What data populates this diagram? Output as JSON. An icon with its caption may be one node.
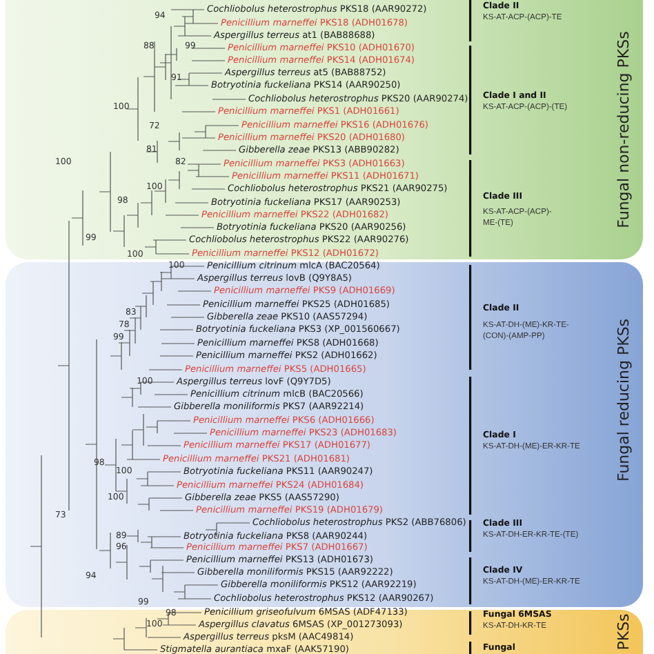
{
  "diagram": {
    "nodes": [
      {
        "text": [
          "Fungal non-reducing PKSs"
        ]
      },
      {
        "text": [
          "Fungal reducing PKSs"
        ]
      },
      {
        "text": [
          "PKSs"
        ]
      }
    ],
    "labels": [
      "*Cochliobolus heterostrophus* PKS18 (AAR90272)",
      "Clade II",
      "94",
      "KS-AT-ACP-(ACP)-TE",
      "*Penicillium marneffei* PKS18 (ADH01678)",
      "*Aspergillus terreus* at1 (BAB88688)",
      "88",
      "99",
      "*Penicillium marneffei* PKS10 (ADH01670)",
      "*Penicillium marneffei* PKS14 (ADH01674)",
      "*Aspergillus terreus* at5 (BAB88752)",
      "91",
      "*Botryotinia fuckeliana* PKS14 (AAR90250)",
      "*Cochliobolus heterostrophus* PKS20 (AAR90274)",
      "Clade I and II",
      "100",
      "*Penicillium marneffei* PKS1 (ADH01661)",
      "KS-AT-ACP-(ACP)-(TE)",
      "72",
      "*Penicillium marneffei* PKS16 (ADH01676)",
      "*Penicillium marneffei* PKS20 (ADH01680)",
      "81",
      "*Gibberella zeae* PKS13 (ABB90282)",
      "100",
      "82",
      "*Penicillium marneffei* PKS3 (ADH01663)",
      "*Penicillium marneffei* PKS11 (ADH01671)",
      "100",
      "*Cochliobolus heterostrophus* PKS21 (AAR90275)",
      "Clade III",
      "98",
      "*Botryotinia fuckeliana* PKS17 (AAR90253)",
      "*Penicillium marneffei* PKS22 (ADH01682)",
      "KS-AT-ACP-(ACP)- ME-(TE)",
      "*Botryotinia fuckeliana* PKS20 (AAR90256)",
      "99",
      "*Cochliobolus heterostrophus* PKS22 (AAR90276)",
      "100",
      "*Penicillium marneffei* PKS12 (ADH01672)",
      "100",
      "*Penicillium citrinum* mlcA (BAC20564)",
      "*Aspergillus terreus* lovB (Q9Y8A5)",
      "*Penicillium marneffei* PKS9 (ADH01669)",
      "*Penicillium marneffei* PKS25 (ADH01685)",
      "Clade II",
      "83",
      "*Gibberella zeae* PKS10 (AAS57294)",
      "KS-AT-DH-(ME)-KR-TE- (CON)-(AMP-PP)",
      "78",
      "*Botryotinia fuckeliana* PKS3 (XP_001560667)",
      "99",
      "*Penicillium marneffei* PKS8 (ADH01668)",
      "*Penicillium marneffei* PKS2 (ADH01662)",
      "*Penicillium marneffei* PKS5 (ADH01665)",
      "100",
      "*Aspergillus terreus* lovF (Q9Y7D5)",
      "*Penicillium citrinum* mlcB (BAC20566)",
      "*Gibberella moniliformis* PKS7 (AAR92214)",
      "*Penicillium marneffei* PKS6 (ADH01666)",
      "*Penicillium marneffei* PKS23 (ADH01683)",
      "Clade I",
      "*Penicillium marneffei* PKS17 (ADH01677)",
      "KS-AT-DH-(ME)-ER-KR-TE",
      "98",
      "*Penicillium marneffei* PKS21 (ADH01681)",
      "100",
      "*Botryotinia fuckeliana* PKS11 (AAR90247)",
      "*Penicillium marneffei* PKS24 (ADH01684)",
      "100",
      "*Gibberella zeae* PKS5 (AAS57290)",
      "*Penicillium marneffei* PKS19 (ADH01679)",
      "73",
      "*Cochliobolus heterostrophus* PKS2 (ABB76806)",
      "Clade III",
      "89",
      "*Botryotinia fuckeliana* PKS8 (AAR90244)",
      "KS-AT-DH-ER-KR-TE-(TE)",
      "96",
      "*Penicillium marneffei* PKS7 (ADH01667)",
      "*Penicillium marneffei* PKS13 (ADH01673)",
      "Clade IV",
      "94",
      "*Gibberella moniliformis* PKS15 (AAR92222)",
      "*Gibberella moniliformis* PKS12 (AAR92219)",
      "KS-AT-DH-(ME)-ER-KR-TE",
      "99",
      "*Cochliobolus heterostrophus* PKS12 (AAR90267)",
      "98",
      "*Penicillium griseofulvum* 6MSAS (ADF47133)",
      "Fungal 6MSAS",
      "100",
      "*Aspergillus clavatus* 6MSAS (XP_001273093)",
      "KS-AT-DH-KR-TE",
      "*Aspergillus terreus* pksM (AAC49814)",
      "*Stigmatella aurantiaca* mxaF (AAK57190)",
      "Fungal"
    ]
  }
}
